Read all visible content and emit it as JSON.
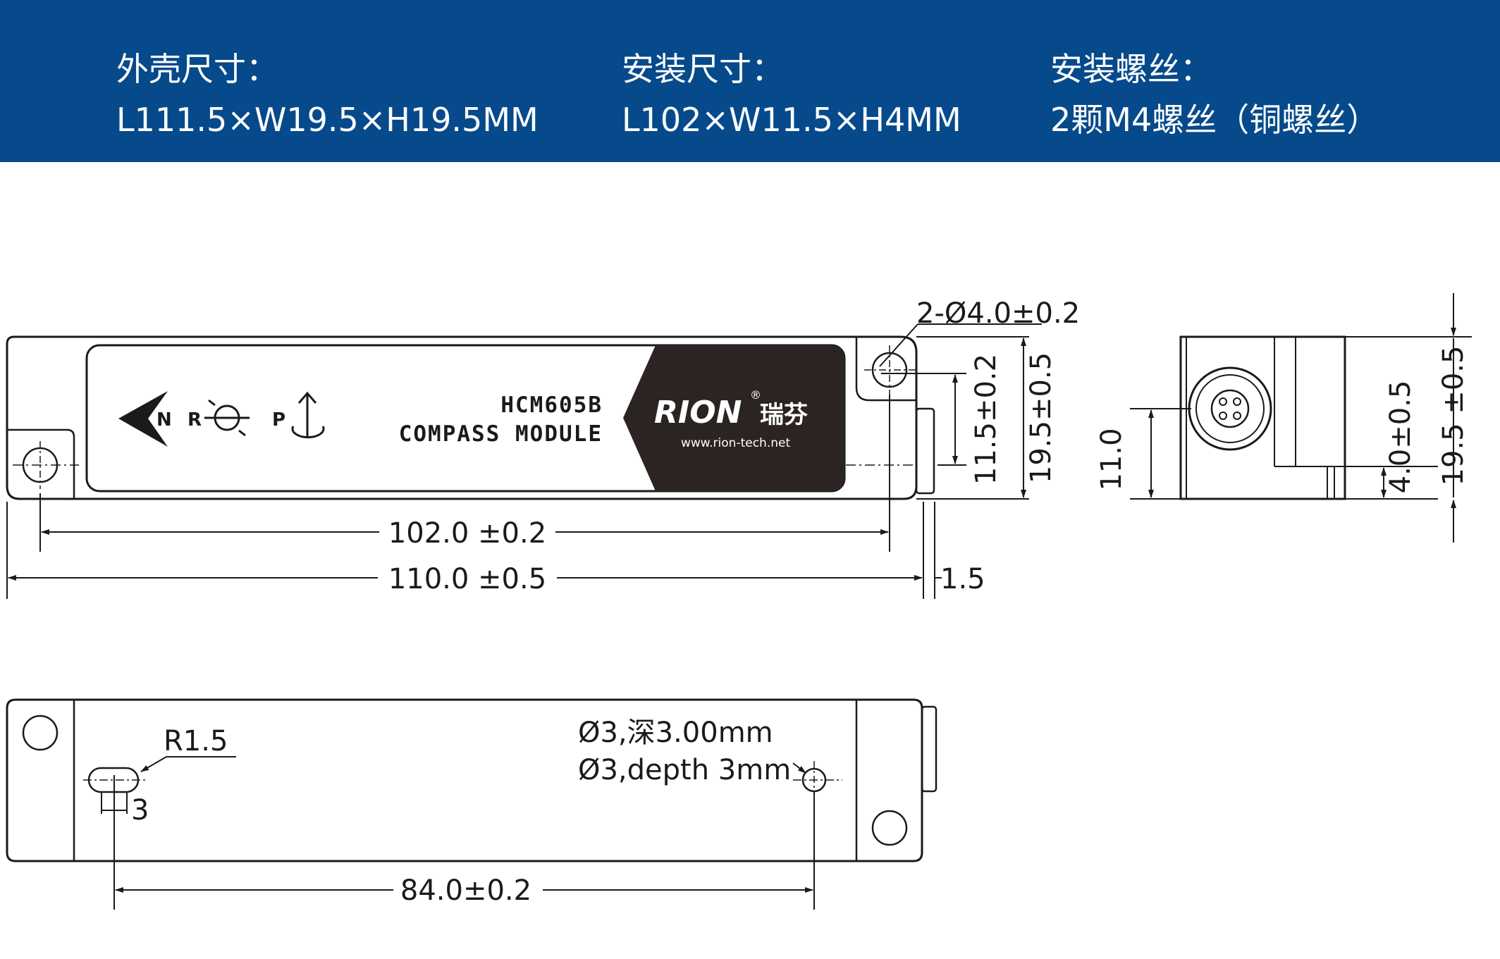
{
  "header": {
    "specs": [
      {
        "label": "外壳尺寸：",
        "value": "L111.5×W19.5×H19.5MM"
      },
      {
        "label": "安装尺寸：",
        "value": "L102×W11.5×H4MM"
      },
      {
        "label": "安装螺丝：",
        "value": "2颗M4螺丝（铜螺丝）"
      }
    ]
  },
  "label_plate": {
    "model": "HCM605B",
    "product": "COMPASS MODULE",
    "axis_n": "N",
    "axis_r": "R",
    "axis_p": "P",
    "brand": "RION",
    "brand_cn": "瑞芬",
    "website": "www.rion-tech.net",
    "registered": "®"
  },
  "dimensions": {
    "hole_spec": "2-Ø4.0±0.2",
    "mount_width": "11.5±0.2",
    "body_height": "19.5±0.5",
    "hole_spacing": "102.0 ±0.2",
    "body_length": "110.0 ±0.5",
    "connector_offset": "1.5",
    "side_height": "11.0",
    "flange_height": "4.0±0.5",
    "side_total": "19.5 ±0.5",
    "slot_radius": "R1.5",
    "slot_width": "3",
    "hole_cn": "Ø3,深3.00mm",
    "hole_en": "Ø3,depth 3mm",
    "bottom_spacing": "84.0±0.2"
  },
  "colors": {
    "header_bg": "#074a8b",
    "line": "#1a1a1a",
    "plate_dark": "#2b2422"
  }
}
